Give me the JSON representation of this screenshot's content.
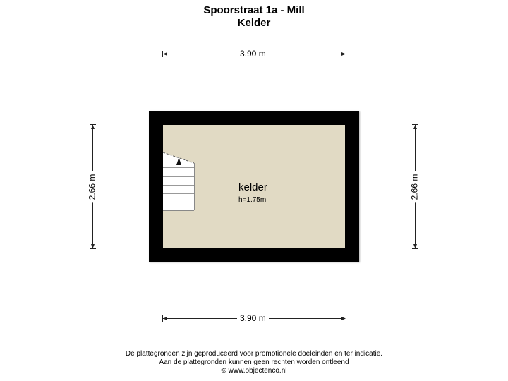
{
  "header": {
    "title": "Spoorstraat 1a - Mill",
    "subtitle": "Kelder"
  },
  "dimensions": {
    "top": "3.90 m",
    "bottom": "3.90 m",
    "left": "2.66 m",
    "right": "2.66 m"
  },
  "room": {
    "name": "kelder",
    "height": "h=1.75m",
    "floor_color": "#e1dac4",
    "wall_color": "#000000"
  },
  "stair": {
    "icon": "stair-up-arrow-icon"
  },
  "footer": {
    "line1": "De plattegronden zijn geproduceerd voor promotionele doeleinden en ter indicatie.",
    "line2": "Aan de plattegronden kunnen geen rechten worden ontleend",
    "line3": "© www.objectenco.nl"
  }
}
